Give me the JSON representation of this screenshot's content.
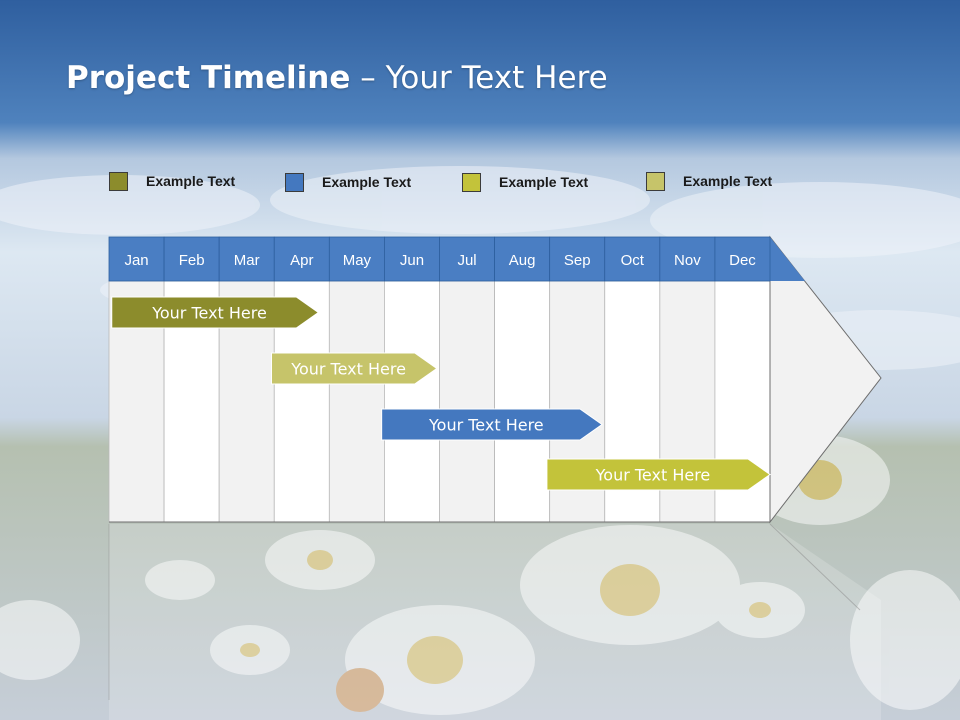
{
  "title": {
    "bold": "Project Timeline",
    "rest": " – Your Text Here"
  },
  "legend": [
    {
      "label": "Example Text",
      "color": "#8c8c2c"
    },
    {
      "label": "Example Text",
      "color": "#4478bf"
    },
    {
      "label": "Example Text",
      "color": "#c3c33a"
    },
    {
      "label": "Example Text",
      "color": "#c6c46a"
    }
  ],
  "months": [
    "Jan",
    "Feb",
    "Mar",
    "Apr",
    "May",
    "Jun",
    "Jul",
    "Aug",
    "Sep",
    "Oct",
    "Nov",
    "Dec"
  ],
  "tasks": [
    {
      "label": "Your  Text Here",
      "start": 0.05,
      "end": 3.8,
      "color": "#8c8c2c"
    },
    {
      "label": "Your  Text Here",
      "start": 2.95,
      "end": 5.95,
      "color": "#c6c46a"
    },
    {
      "label": "Your  Text Here",
      "start": 4.95,
      "end": 8.95,
      "color": "#4478bf"
    },
    {
      "label": "Your  Text Here",
      "start": 7.95,
      "end": 12.0,
      "color": "#c3c33a"
    }
  ],
  "colors": {
    "header": "#4a7ec3",
    "column_light": "#f2f2f2",
    "column_white": "#ffffff"
  }
}
